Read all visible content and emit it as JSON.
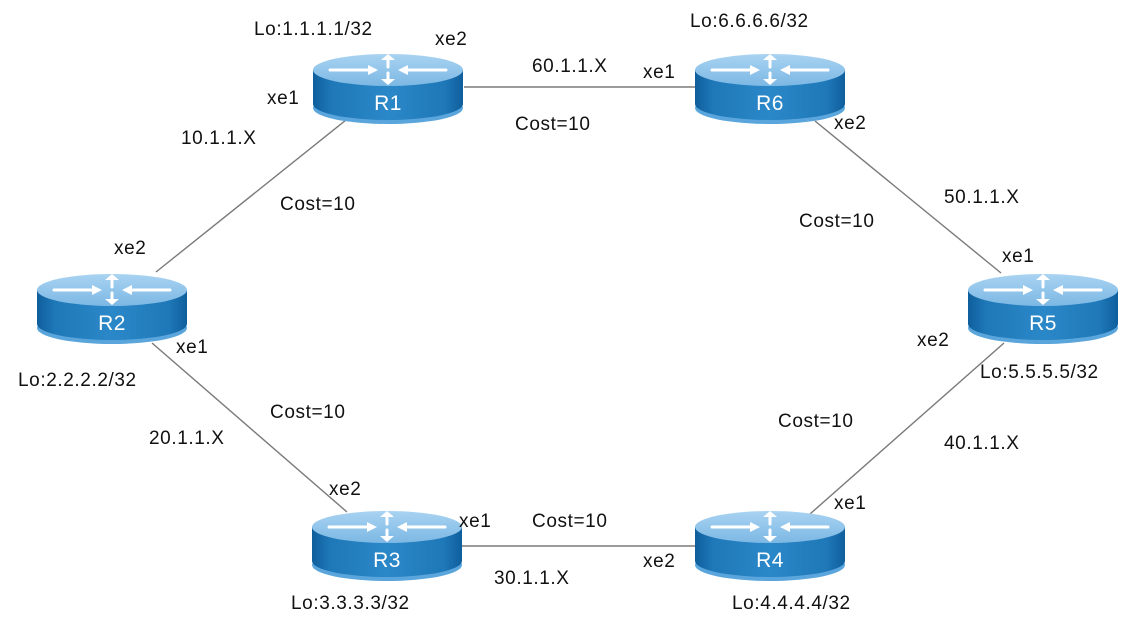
{
  "diagram": {
    "type": "network-topology",
    "routers": [
      {
        "id": "R1",
        "label": "R1",
        "loopback": "Lo:1.1.1.1/32"
      },
      {
        "id": "R2",
        "label": "R2",
        "loopback": "Lo:2.2.2.2/32"
      },
      {
        "id": "R3",
        "label": "R3",
        "loopback": "Lo:3.3.3.3/32"
      },
      {
        "id": "R4",
        "label": "R4",
        "loopback": "Lo:4.4.4.4/32"
      },
      {
        "id": "R5",
        "label": "R5",
        "loopback": "Lo:5.5.5.5/32"
      },
      {
        "id": "R6",
        "label": "R6",
        "loopback": "Lo:6.6.6.6/32"
      }
    ],
    "links": [
      {
        "a": "R1",
        "a_if": "xe1",
        "b": "R2",
        "b_if": "xe2",
        "subnet": "10.1.1.X",
        "cost": "Cost=10"
      },
      {
        "a": "R2",
        "a_if": "xe1",
        "b": "R3",
        "b_if": "xe2",
        "subnet": "20.1.1.X",
        "cost": "Cost=10"
      },
      {
        "a": "R3",
        "a_if": "xe1",
        "b": "R4",
        "b_if": "xe2",
        "subnet": "30.1.1.X",
        "cost": "Cost=10"
      },
      {
        "a": "R4",
        "a_if": "xe1",
        "b": "R5",
        "b_if": "xe2",
        "subnet": "40.1.1.X",
        "cost": "Cost=10"
      },
      {
        "a": "R5",
        "a_if": "xe1",
        "b": "R6",
        "b_if": "xe2",
        "subnet": "50.1.1.X",
        "cost": "Cost=10"
      },
      {
        "a": "R6",
        "a_if": "xe1",
        "b": "R1",
        "b_if": "xe2",
        "subnet": "60.1.1.X",
        "cost": "Cost=10"
      }
    ],
    "colors": {
      "router_top": "#8ec3ea",
      "router_side": "#1f78b8",
      "router_side_dark": "#0f5e9c",
      "router_rim": "#5aa6dc",
      "link": "#7a7a7a",
      "text": "#111111"
    }
  }
}
